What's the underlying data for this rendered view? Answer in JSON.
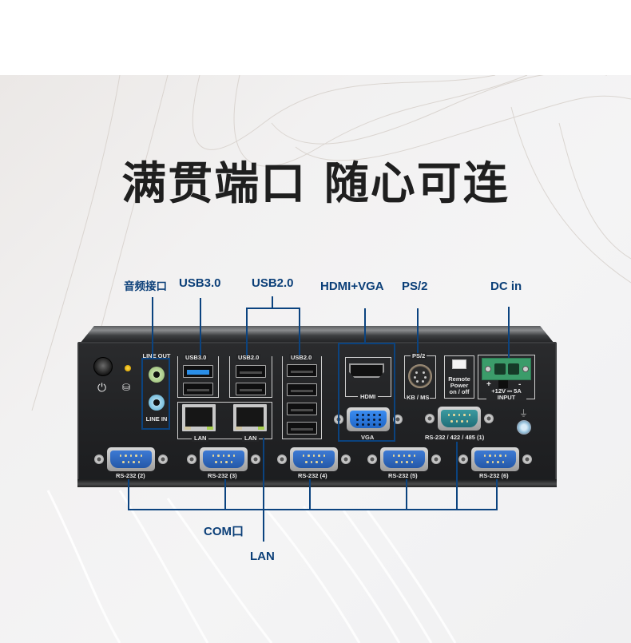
{
  "headline": "满贯端口 随心可连",
  "callouts": {
    "audio": "音频接口",
    "usb30": "USB3.0",
    "usb20": "USB2.0",
    "hdmi_vga": "HDMI+VGA",
    "ps2": "PS/2",
    "dc_in": "DC in",
    "com": "COM口",
    "lan": "LAN"
  },
  "panel_labels": {
    "line_out": "LINE OUT",
    "line_in": "LINE IN",
    "usb30": "USB3.0",
    "usb20_a": "USB2.0",
    "usb20_b": "USB2.0",
    "lan_1": "LAN",
    "lan_2": "LAN",
    "hdmi": "HDMI",
    "vga": "VGA",
    "ps2": "PS/2",
    "kb_ms": "KB / MS",
    "remote_1": "Remote",
    "remote_2": "Power",
    "remote_3": "on / off",
    "plus": "+",
    "minus": "-",
    "voltage": "+12V ⎓ 5A",
    "input": "INPUT",
    "com1": "RS-232 / 422 / 485 (1)",
    "com2": "RS-232 (2)",
    "com3": "RS-232 (3)",
    "com4": "RS-232 (4)",
    "com5": "RS-232 (5)",
    "com6": "RS-232 (6)"
  },
  "icons": {
    "power": "⏻",
    "hdd": "⛁",
    "ground": "⏚"
  },
  "colors": {
    "callout": "#0b437f",
    "headline": "#1f1f1f",
    "chassis": "#222325"
  }
}
